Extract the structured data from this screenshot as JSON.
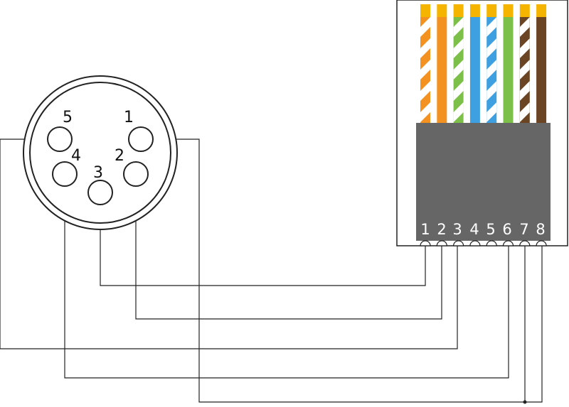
{
  "din_connector": {
    "pins": [
      {
        "id": "5",
        "label": "5"
      },
      {
        "id": "1",
        "label": "1"
      },
      {
        "id": "4",
        "label": "4"
      },
      {
        "id": "2",
        "label": "2"
      },
      {
        "id": "3",
        "label": "3"
      }
    ]
  },
  "rj45_plug": {
    "body_color": "#666666",
    "stripe_color": "#ffffff",
    "contact_color": "#f4b400",
    "ports": [
      {
        "label": "1",
        "color": "#f39221",
        "striped": true
      },
      {
        "label": "2",
        "color": "#f39221",
        "striped": false
      },
      {
        "label": "3",
        "color": "#7cc04a",
        "striped": true
      },
      {
        "label": "4",
        "color": "#3ea0e0",
        "striped": false
      },
      {
        "label": "5",
        "color": "#3ea0e0",
        "striped": true
      },
      {
        "label": "6",
        "color": "#7cc04a",
        "striped": false
      },
      {
        "label": "7",
        "color": "#6b4423",
        "striped": true
      },
      {
        "label": "8",
        "color": "#6b4423",
        "striped": false
      }
    ]
  },
  "connections": [
    {
      "din_pin": "3",
      "rj45_port": "1"
    },
    {
      "din_pin": "2",
      "rj45_port": "2"
    },
    {
      "din_pin": "5",
      "rj45_port": "3"
    },
    {
      "din_pin": "4",
      "rj45_port": "6"
    },
    {
      "din_pin": "1",
      "rj45_port": "7"
    },
    {
      "din_pin": "1",
      "rj45_port": "8"
    }
  ]
}
